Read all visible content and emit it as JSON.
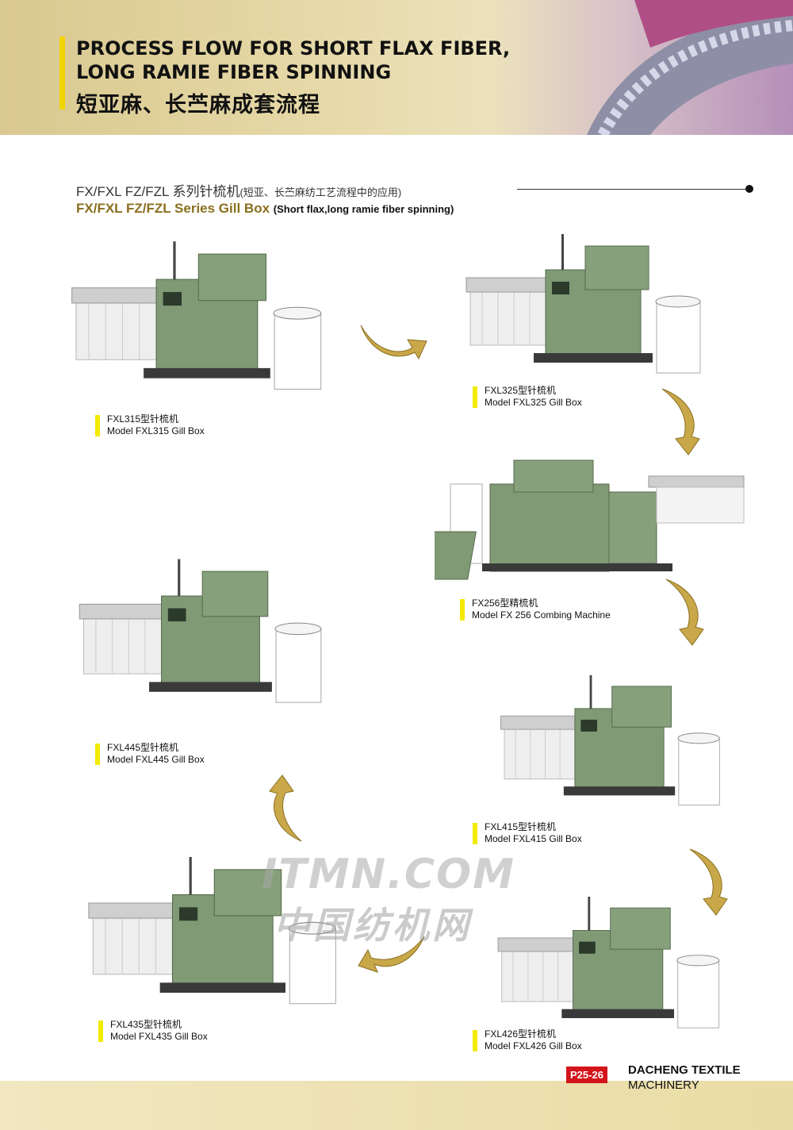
{
  "header": {
    "title_line1": "PROCESS FLOW FOR SHORT FLAX FIBER,",
    "title_line2": "LONG RAMIE FIBER SPINNING",
    "title_cn": "短亚麻、长苎麻成套流程"
  },
  "series": {
    "cn_title": "FX/FXL  FZ/FZL 系列针梳机",
    "cn_note": "(短亚、长苎麻纺工艺流程中的应用)",
    "en_title": "FX/FXL FZ/FZL Series Gill Box",
    "en_note": "(Short flax,long ramie fiber spinning)"
  },
  "machines": [
    {
      "cn": "FXL315型针梳机",
      "en": "Model FXL315 Gill Box"
    },
    {
      "cn": "FXL325型针梳机",
      "en": "Model FXL325 Gill Box"
    },
    {
      "cn": "FX256型精梳机",
      "en": "Model FX 256 Combing Machine"
    },
    {
      "cn": "FXL415型针梳机",
      "en": "Model FXL415 Gill Box"
    },
    {
      "cn": "FXL426型针梳机",
      "en": "Model FXL426 Gill Box"
    },
    {
      "cn": "FXL435型针梳机",
      "en": "Model FXL435 Gill Box"
    },
    {
      "cn": "FXL445型针梳机",
      "en": "Model FXL445 Gill Box"
    }
  ],
  "watermark": {
    "line1": "ITMN.COM",
    "line2": "中国纺机网"
  },
  "footer": {
    "page": "P25-26",
    "brand_line1": "DACHENG TEXTILE",
    "brand_line2": "MACHINERY"
  },
  "colors": {
    "machine_green": "#7f9a74",
    "accent_yellow": "#f2d400",
    "arrow_gold": "#c9a84a",
    "badge_red": "#d3141c"
  }
}
